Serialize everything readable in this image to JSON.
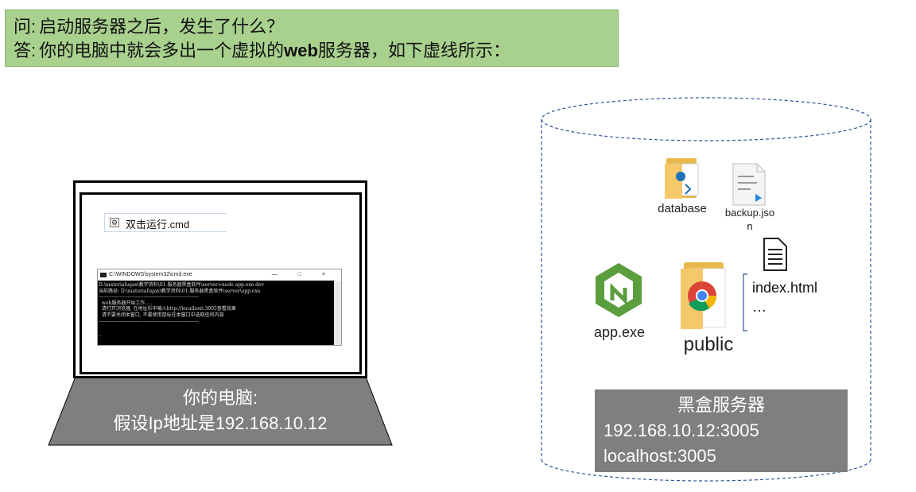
{
  "qa": {
    "q_prefix": "问:",
    "question": "启动服务器之后，发生了什么？",
    "a_prefix": "答:",
    "answer_part1": "你的电脑中就会多出一个虚拟的",
    "answer_web": "web",
    "answer_part2": "服务器，如下虚线所示："
  },
  "laptop": {
    "file_icon": "cmd-file-icon",
    "file_name": "双击运行.cmd",
    "cmd_title": "C:\\WINDOWS\\system32\\cmd.exe",
    "cmd_controls": "— □ ×",
    "cmd_lines": [
      "D:\\material\\ajax\\教学资料\\01-服务器黑盒软件\\server>node app.exe dev",
      "当前路径: D:\\material\\ajax\\教学资料\\01-服务器黑盒软件\\server\\app.exe",
      "--------------------------------------------------------------",
      "  web服务器开始工作.....",
      "  请打开浏览器, 在地址栏中输入http://localhost:3005查看效果",
      "  请不要关闭本窗口, 不要使用鼠标在本窗口中选取任何内容",
      "--------------------------------------------------------------",
      "",
      "_"
    ],
    "caption_line1": "你的电脑:",
    "caption_line2": "假设Ip地址是192.168.10.12"
  },
  "server": {
    "files": [
      {
        "name": "database",
        "icon": "folder-with-document-icon"
      },
      {
        "name": "backup.json",
        "icon": "json-file-icon"
      },
      {
        "name": "app.exe",
        "icon": "nodejs-hexagon-icon"
      },
      {
        "name": "public",
        "icon": "folder-with-chrome-icon"
      }
    ],
    "backup_line1": "backup.jso",
    "backup_line2": "n",
    "public_children": [
      "index.html",
      "…"
    ],
    "public_children_icon": "html-document-icon",
    "box_title": "黑盒服务器",
    "address_ip": "192.168.10.12:3005",
    "address_local": "localhost:3005"
  },
  "colors": {
    "banner_green": "#a9d18e",
    "laptop_base_gray": "#7f7f7f",
    "server_box_gray": "#7f7f7f",
    "dashed_blue": "#2f5597",
    "node_green": "#5a9e3d"
  }
}
